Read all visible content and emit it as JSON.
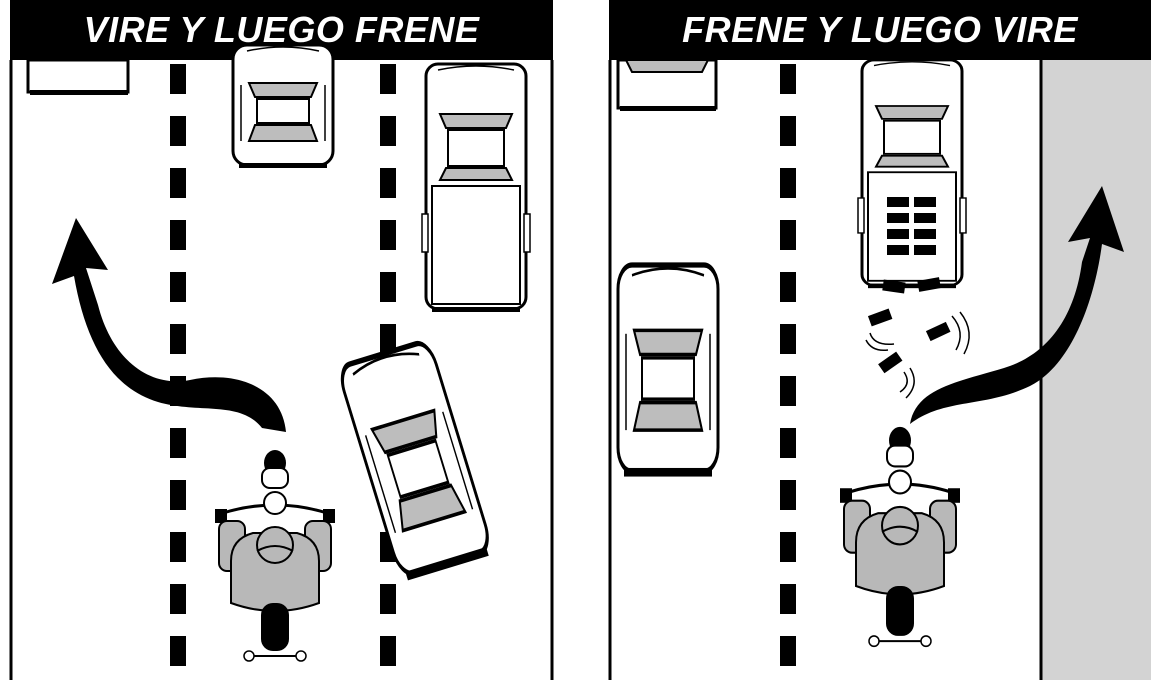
{
  "panels": [
    {
      "title": "VIRE Y LUEGO FRENE",
      "icons": [
        "lane-divider",
        "parked-car",
        "pickup-truck",
        "car-swerving",
        "motorcycle",
        "turn-arrow"
      ]
    },
    {
      "title": "FRENE Y LUEGO VIRE",
      "icons": [
        "lane-divider",
        "parked-car",
        "pickup-truck",
        "falling-cargo",
        "motorcycle",
        "turn-arrow",
        "road-shoulder"
      ]
    }
  ],
  "colors": {
    "banner": "#000000",
    "road": "#ffffff",
    "shoulder": "#d3d3d3",
    "vehicle_fill": "#ffffff",
    "vehicle_glass": "#bdbdbd",
    "rider": "#b8b8b8",
    "tire": "#000000"
  }
}
